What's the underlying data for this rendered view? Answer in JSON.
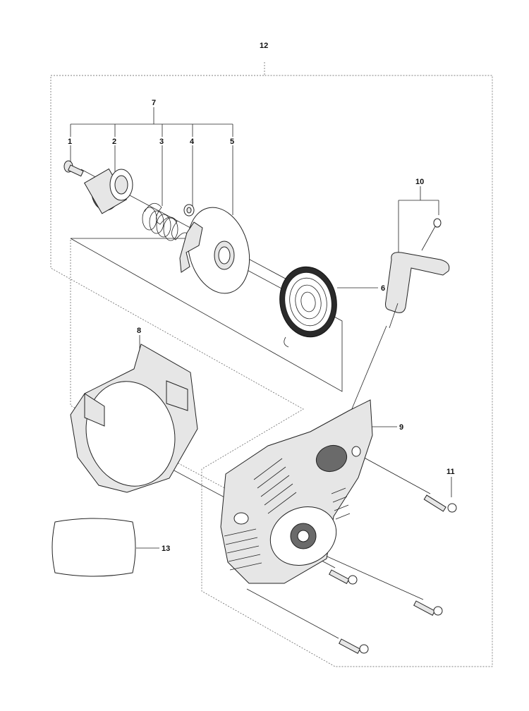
{
  "callouts": {
    "c1": "1",
    "c2": "2",
    "c3": "3",
    "c4": "4",
    "c5": "5",
    "c6": "6",
    "c7": "7",
    "c8": "8",
    "c9": "9",
    "c10": "10",
    "c11": "11",
    "c12": "12",
    "c13": "13"
  },
  "colors": {
    "line": "#222222",
    "fill": "#e6e6e6",
    "dark": "#6a6a6a"
  }
}
